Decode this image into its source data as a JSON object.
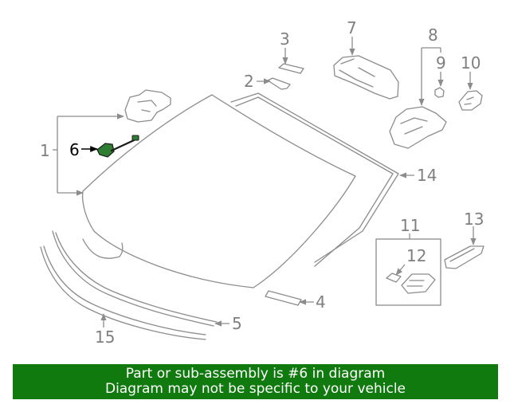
{
  "callouts": {
    "c1": "1",
    "c2": "2",
    "c3": "3",
    "c4": "4",
    "c5": "5",
    "c6": "6",
    "c7": "7",
    "c8": "8",
    "c9": "9",
    "c10": "10",
    "c11": "11",
    "c12": "12",
    "c13": "13",
    "c14": "14",
    "c15": "15"
  },
  "highlighted_part": "6",
  "colors": {
    "banner_bg": "#117a0f",
    "highlight_part": "#2e7d32",
    "line_gray": "#8c8c8c"
  },
  "banner": {
    "line1": "Part or sub-assembly is #6 in diagram",
    "line2": "Diagram may not be specific to your vehicle"
  }
}
